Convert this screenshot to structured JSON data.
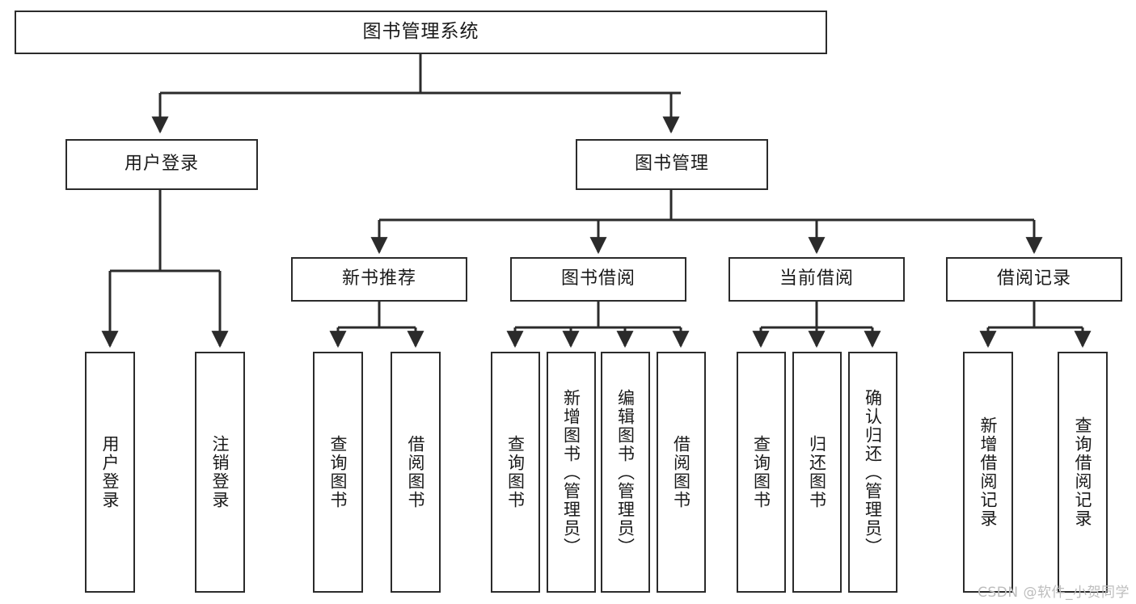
{
  "diagram": {
    "title": "图书管理系统",
    "type": "hierarchy-tree",
    "colors": {
      "stroke": "#2b2b2b",
      "fill": "#ffffff",
      "text": "#1a1a1a",
      "watermark": "#bdbdbd"
    },
    "levels": {
      "root": {
        "label": "图书管理系统"
      },
      "level2": [
        {
          "id": "user-login",
          "label": "用户登录"
        },
        {
          "id": "book-manage",
          "label": "图书管理"
        }
      ],
      "level3": [
        {
          "id": "new-book-recommend",
          "label": "新书推荐"
        },
        {
          "id": "book-borrow",
          "label": "图书借阅"
        },
        {
          "id": "current-borrow",
          "label": "当前借阅"
        },
        {
          "id": "borrow-record",
          "label": "借阅记录"
        }
      ],
      "leaves": {
        "user-login": [
          {
            "id": "leaf-user-login",
            "label": "用户登录"
          },
          {
            "id": "leaf-user-logout",
            "label": "注销登录"
          }
        ],
        "new-book-recommend": [
          {
            "id": "leaf-query-book-1",
            "label": "查询图书"
          },
          {
            "id": "leaf-borrow-book-1",
            "label": "借阅图书"
          }
        ],
        "book-borrow": [
          {
            "id": "leaf-query-book-2",
            "label": "查询图书"
          },
          {
            "id": "leaf-add-book",
            "label": "新增图书（管理员）"
          },
          {
            "id": "leaf-edit-book",
            "label": "编辑图书（管理员）"
          },
          {
            "id": "leaf-borrow-book-2",
            "label": "借阅图书"
          }
        ],
        "current-borrow": [
          {
            "id": "leaf-query-book-3",
            "label": "查询图书"
          },
          {
            "id": "leaf-return-book",
            "label": "归还图书"
          },
          {
            "id": "leaf-confirm-return",
            "label": "确认归还（管理员）"
          }
        ],
        "borrow-record": [
          {
            "id": "leaf-add-record",
            "label": "新增借阅记录"
          },
          {
            "id": "leaf-query-record",
            "label": "查询借阅记录"
          }
        ]
      }
    }
  },
  "watermark": {
    "text": "CSDN @软件_小贺同学"
  }
}
